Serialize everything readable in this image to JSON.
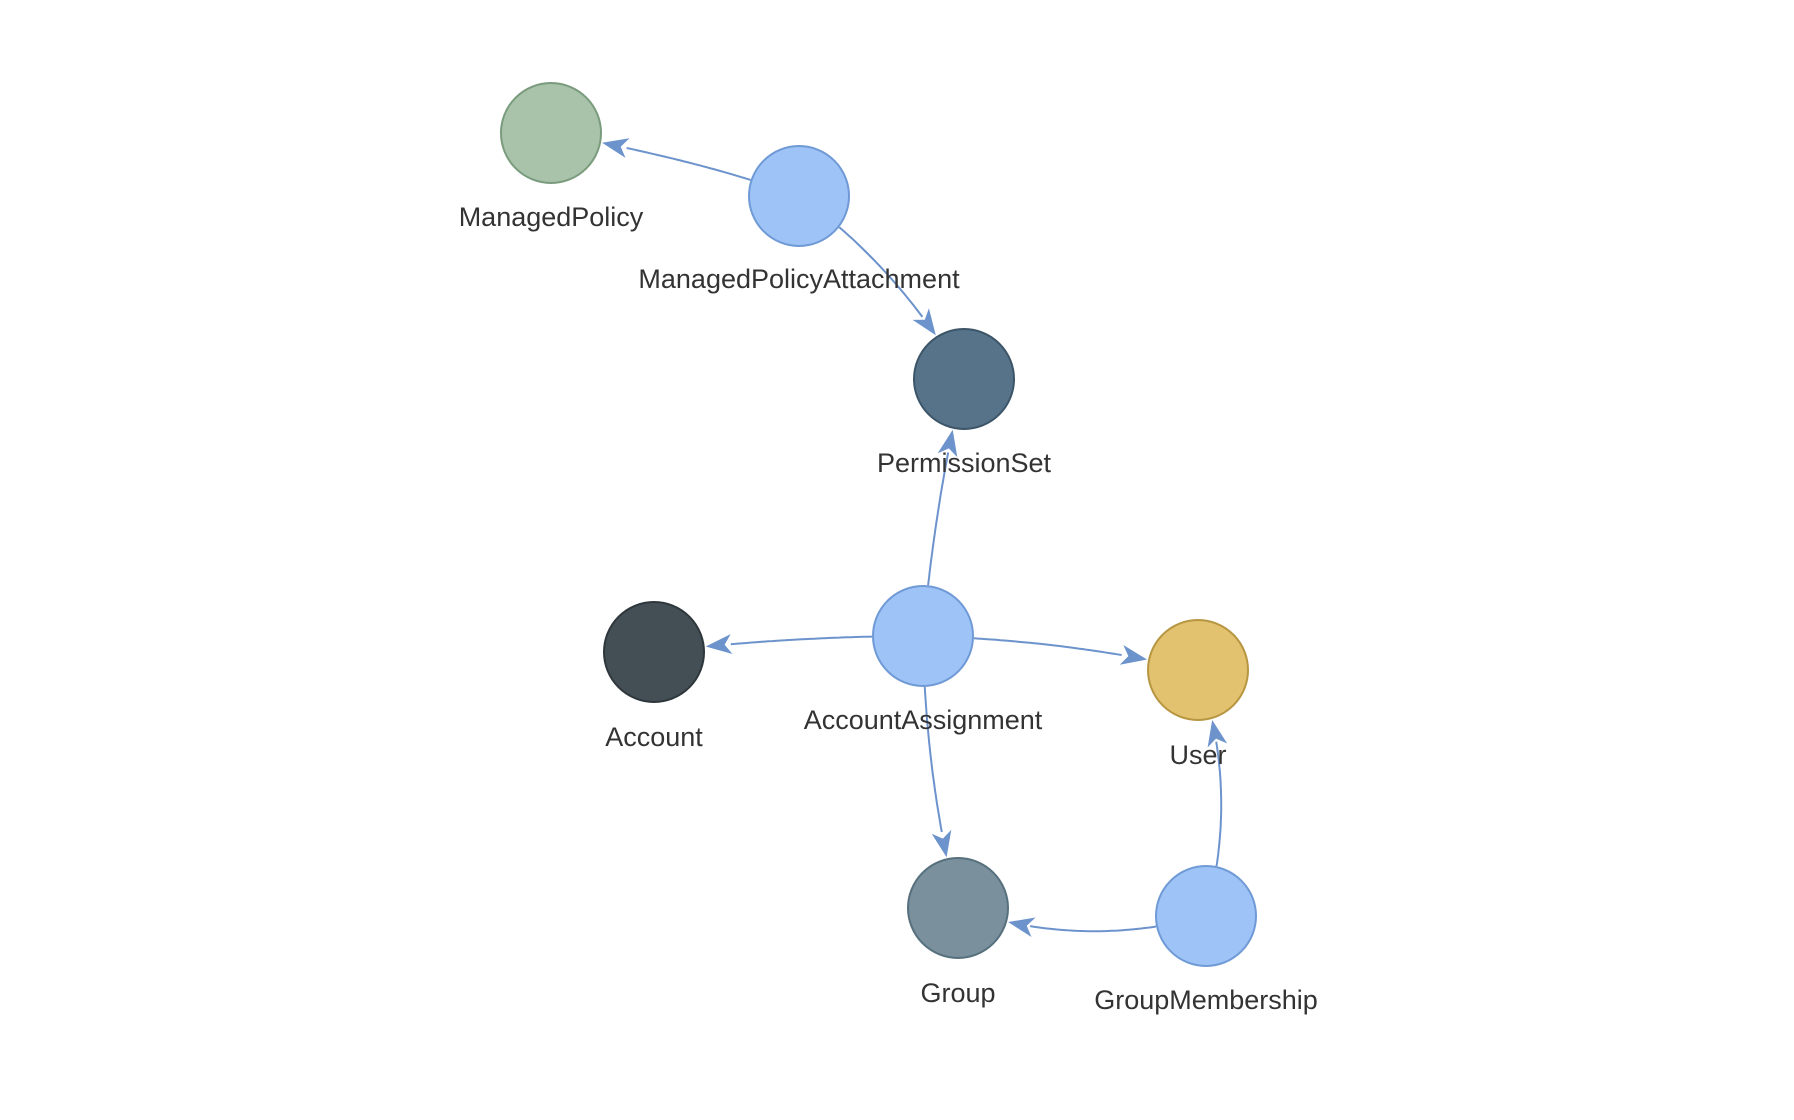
{
  "diagram": {
    "type": "directed-graph",
    "edge_color": "#6c93cc",
    "nodes": [
      {
        "id": "managed_policy",
        "label": "ManagedPolicy",
        "fill": "#a9c3ab",
        "stroke": "#7a9c7d"
      },
      {
        "id": "managed_policy_attachment",
        "label": "ManagedPolicyAttachment",
        "fill": "#9ec3f7",
        "stroke": "#6f9ad6"
      },
      {
        "id": "permission_set",
        "label": "PermissionSet",
        "fill": "#577389",
        "stroke": "#3c5568"
      },
      {
        "id": "account",
        "label": "Account",
        "fill": "#444f55",
        "stroke": "#2e373c"
      },
      {
        "id": "account_assignment",
        "label": "AccountAssignment",
        "fill": "#9ec3f7",
        "stroke": "#6f9ad6"
      },
      {
        "id": "user",
        "label": "User",
        "fill": "#e3c26f",
        "stroke": "#b79642"
      },
      {
        "id": "group",
        "label": "Group",
        "fill": "#7a919d",
        "stroke": "#56707d"
      },
      {
        "id": "group_membership",
        "label": "GroupMembership",
        "fill": "#9ec3f7",
        "stroke": "#6f9ad6"
      }
    ],
    "edges": [
      {
        "from": "managed_policy_attachment",
        "to": "managed_policy"
      },
      {
        "from": "managed_policy_attachment",
        "to": "permission_set"
      },
      {
        "from": "account_assignment",
        "to": "permission_set"
      },
      {
        "from": "account_assignment",
        "to": "account"
      },
      {
        "from": "account_assignment",
        "to": "user"
      },
      {
        "from": "account_assignment",
        "to": "group"
      },
      {
        "from": "group_membership",
        "to": "group"
      },
      {
        "from": "group_membership",
        "to": "user"
      }
    ]
  }
}
